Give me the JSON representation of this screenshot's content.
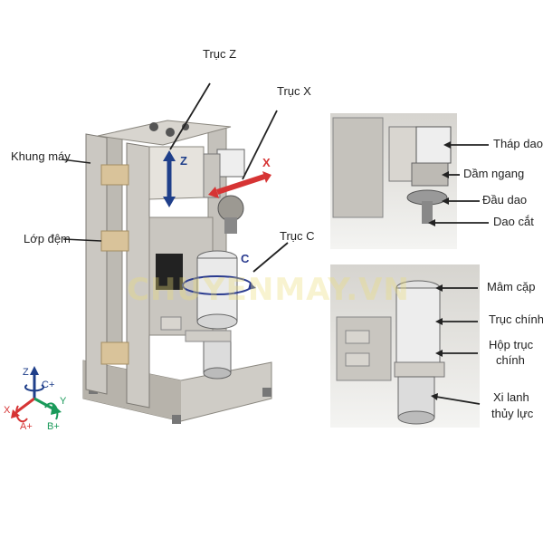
{
  "labels": {
    "truc_z": "Trục Z",
    "truc_x": "Trục X",
    "truc_c": "Trục C",
    "khung_may": "Khung máy",
    "lop_dem": "Lớp đệm",
    "thap_dao": "Tháp dao",
    "dam_ngang": "Dầm ngang",
    "dau_dao": "Đầu dao",
    "dao_cat": "Dao cắt",
    "mam_cap": "Mâm cặp",
    "truc_chinh": "Trục chính",
    "hop_truc_chinh_1": "Hộp trục",
    "hop_truc_chinh_2": "chính",
    "xi_lanh_1": "Xi lanh",
    "xi_lanh_2": "thủy lực"
  },
  "axes_glyphs": {
    "z": "Z",
    "x": "X",
    "c": "C",
    "coord_z": "Z",
    "coord_c": "C+",
    "coord_x": "X",
    "coord_y": "Y",
    "coord_a": "A+",
    "coord_b": "B+"
  },
  "watermark": "CHUYENMAY.VN",
  "colors": {
    "frame": "#b9b6b0",
    "frame_dark": "#7d7a74",
    "pad": "#d9c39a",
    "blue": "#1f3f8a",
    "red": "#d63434",
    "green": "#1a9a5a",
    "arrow_blue": "#2a3b8f"
  }
}
